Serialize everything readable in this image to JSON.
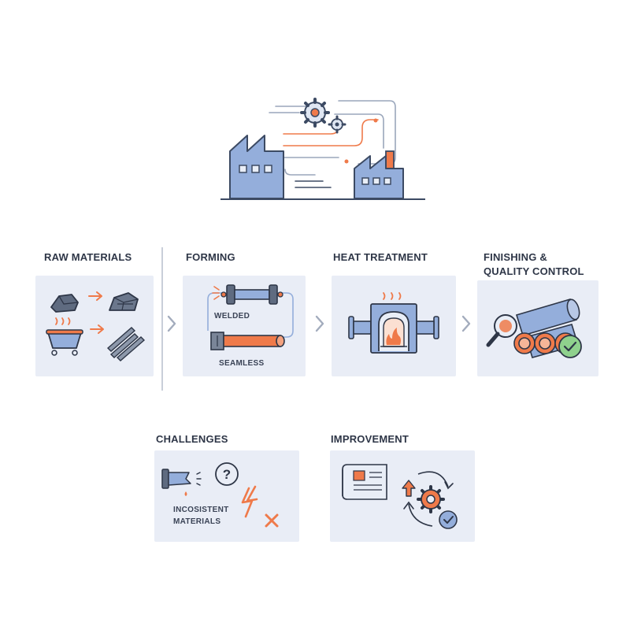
{
  "stages": [
    {
      "label": "RAW MATERIALS"
    },
    {
      "label": "FORMING",
      "sub_top": "WELDED",
      "sub_bottom": "SEAMLESS"
    },
    {
      "label": "HEAT TREATMENT"
    },
    {
      "label": "FINISHING &",
      "label2": "QUALITY CONTROL"
    }
  ],
  "bottom": [
    {
      "label": "CHALLENGES",
      "sub": "INCOSISTENT",
      "sub2": "MATERIALS"
    },
    {
      "label": "IMPROVEMENT"
    }
  ],
  "colors": {
    "accent": "#ef7a4a",
    "stroke": "#3c4a63",
    "fill": "#94aedb",
    "card": "#e9edf6"
  },
  "icons": [
    "factory-icon",
    "gear-icon",
    "ore-icon",
    "crucible-icon",
    "pipe-icon",
    "furnace-icon",
    "magnifier-icon",
    "check-icon",
    "question-icon",
    "lightning-icon",
    "x-icon",
    "blueprint-icon",
    "cycle-icon"
  ]
}
